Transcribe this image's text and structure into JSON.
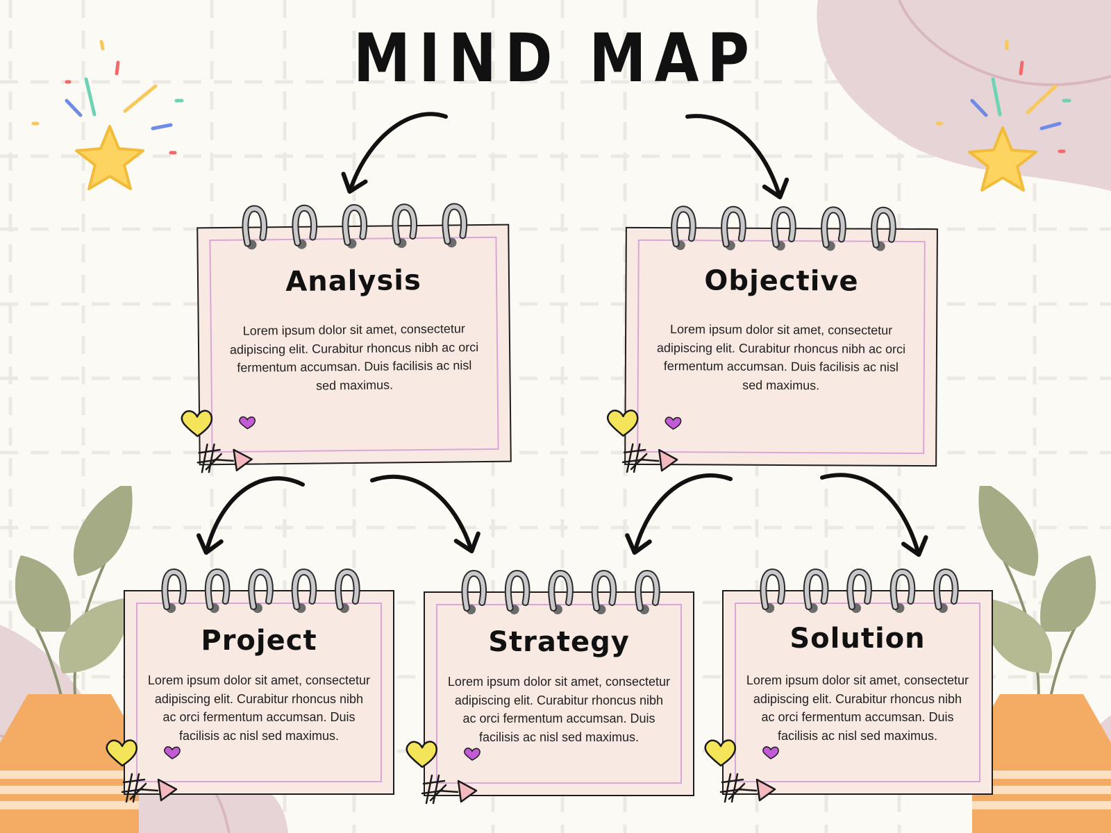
{
  "title": "MIND MAP",
  "nodes": [
    {
      "id": "analysis",
      "heading": "Analysis",
      "text": "Lorem ipsum dolor sit amet, consectetur adipiscing elit. Curabitur rhoncus nibh ac orci fermentum accumsan. Duis facilisis ac nisl sed maximus.",
      "parent": "title"
    },
    {
      "id": "objective",
      "heading": "Objective",
      "text": "Lorem ipsum dolor sit amet, consectetur adipiscing elit. Curabitur rhoncus nibh ac orci fermentum accumsan. Duis facilisis ac nisl sed maximus.",
      "parent": "title"
    },
    {
      "id": "project",
      "heading": "Project",
      "text": "Lorem ipsum dolor sit amet, consectetur adipiscing elit. Curabitur rhoncus nibh ac orci fermentum accumsan. Duis facilisis ac nisl sed maximus.",
      "parent": "analysis"
    },
    {
      "id": "strategy",
      "heading": "Strategy",
      "text": "Lorem ipsum dolor sit amet, consectetur adipiscing elit. Curabitur rhoncus nibh ac orci fermentum accumsan. Duis facilisis ac nisl sed maximus.",
      "parent": "analysis"
    },
    {
      "id": "solution",
      "heading": "Solution",
      "text": "Lorem ipsum dolor sit amet, consectetur adipiscing elit. Curabitur rhoncus nibh ac orci fermentum accumsan. Duis facilisis ac nisl sed maximus.",
      "parent": "objective"
    }
  ],
  "colors": {
    "background": "#fcfaf5",
    "card": "#f9e9e3",
    "card_inner_border": "#d9a6d8",
    "blob": "#e7d4d6",
    "star": "#fcd45f",
    "leaf": "#a5ab85",
    "pot": "#f4ab63",
    "pot_stripe": "#fbe1c2",
    "heart_yellow": "#f4e45a",
    "heart_purple": "#c35bd6",
    "arrow": "#111111"
  },
  "icons": [
    "star-icon",
    "confetti-icon",
    "plant-icon",
    "spiral-ring-icon",
    "heart-icon",
    "hashtag-icon",
    "arrow-icon"
  ]
}
